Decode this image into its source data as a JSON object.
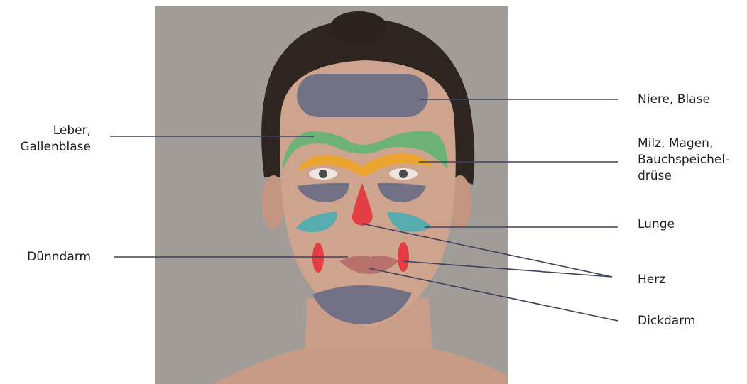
{
  "labels": {
    "niere_blase": "Niere, Blase",
    "leber_gallenblase": "Leber,\nGallenblase",
    "milz_magen": "Milz, Magen,\nBauchspeichel-\ndrüse",
    "lunge": "Lunge",
    "duenndarm": "Dünndarm",
    "herz": "Herz",
    "dickdarm": "Dickdarm"
  },
  "colors": {
    "background_photo": "#a29c98",
    "hair": "#2e2420",
    "skin": "#cfa48e",
    "zone_grey_blue": "#6b6d86",
    "zone_green": "#67b477",
    "zone_orange": "#eba52b",
    "zone_red": "#e3393f",
    "zone_teal": "#4fadb0",
    "leader_line": "#3d4260",
    "label_text": "#1f1f1f"
  }
}
